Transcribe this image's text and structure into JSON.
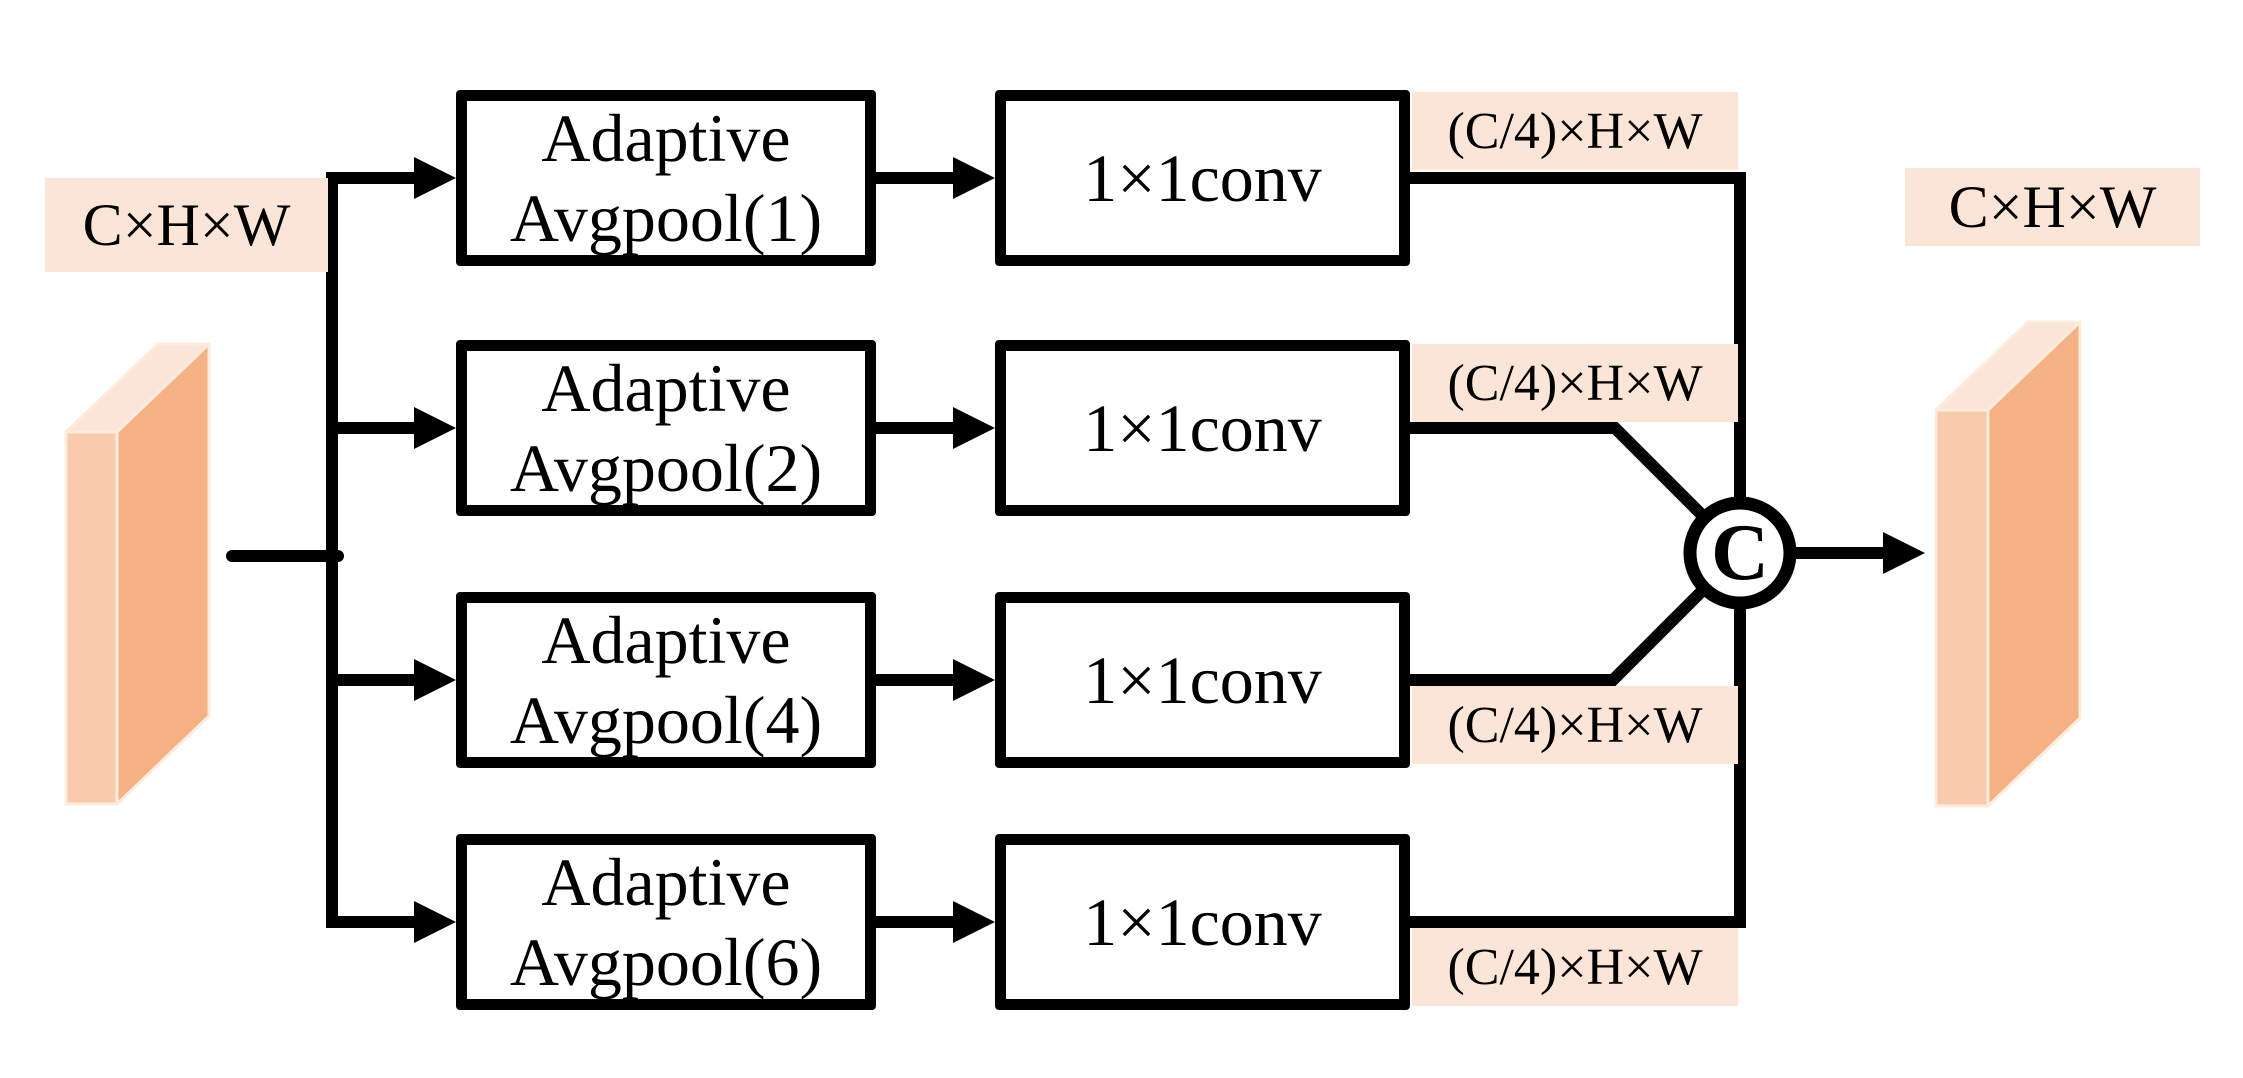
{
  "diagram": {
    "title_semantics": "pyramid pooling module",
    "input": {
      "dim_label": "C×H×W"
    },
    "output": {
      "dim_label": "C×H×W"
    },
    "branches": [
      {
        "pool_line1": "Adaptive",
        "pool_line2": "Avgpool(1)",
        "conv_label": "1×1conv",
        "out_dim_label": "(C/4)×H×W"
      },
      {
        "pool_line1": "Adaptive",
        "pool_line2": "Avgpool(2)",
        "conv_label": "1×1conv",
        "out_dim_label": "(C/4)×H×W"
      },
      {
        "pool_line1": "Adaptive",
        "pool_line2": "Avgpool(4)",
        "conv_label": "1×1conv",
        "out_dim_label": "(C/4)×H×W"
      },
      {
        "pool_line1": "Adaptive",
        "pool_line2": "Avgpool(6)",
        "conv_label": "1×1conv",
        "out_dim_label": "(C/4)×H×W"
      }
    ],
    "concat": {
      "symbol": "C"
    },
    "colors": {
      "line": "#000000",
      "label_bg": "#FBE5D6",
      "slab_front": "#F8CBAD",
      "slab_side": "#F4B183",
      "slab_top": "#FBE5D6",
      "slab_edge": "#FDEBDC"
    }
  }
}
